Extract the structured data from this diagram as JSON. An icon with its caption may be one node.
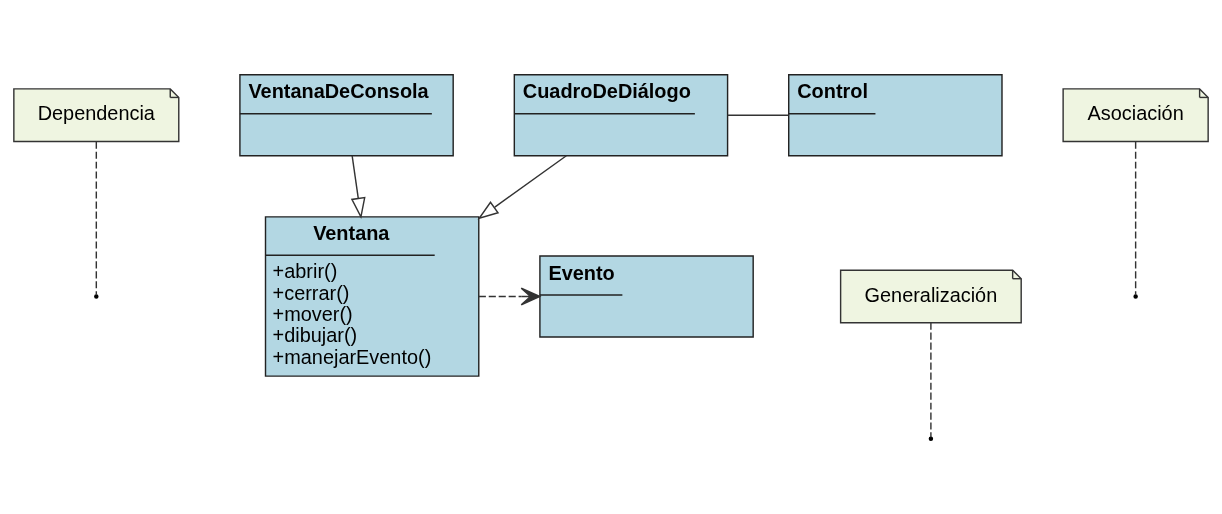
{
  "diagram": {
    "nodes": [
      {
        "text": [
          "Dependencia"
        ]
      },
      {
        "text": [
          "Ventana",
          "+abrir()",
          "+cerrar()",
          "+mover()",
          "+dibujar()",
          "+manejarEvento()"
        ]
      },
      {
        "text": [
          "Evento"
        ]
      },
      {
        "text": [
          "Generalización"
        ]
      },
      {
        "text": [
          "Asociación"
        ]
      },
      {
        "text": [
          "VentanaDeConsola"
        ]
      },
      {
        "text": [
          "CuadroDeDiálogo"
        ]
      },
      {
        "text": [
          "Control"
        ]
      }
    ],
    "edges": [
      {
        "from": 1,
        "to": 2,
        "arrow": "to",
        "style": "dashed"
      },
      {
        "from": 0,
        "to": null,
        "arrow": "none",
        "style": "dashed"
      },
      {
        "from": 3,
        "to": null,
        "arrow": "none",
        "style": "dashed"
      },
      {
        "from": 5,
        "to": 1,
        "arrow": "to"
      },
      {
        "from": 6,
        "to": 1,
        "arrow": "to"
      },
      {
        "from": 4,
        "to": null,
        "arrow": "none",
        "style": "dashed"
      },
      {
        "from": 6,
        "to": 7,
        "arrow": "none"
      }
    ]
  }
}
